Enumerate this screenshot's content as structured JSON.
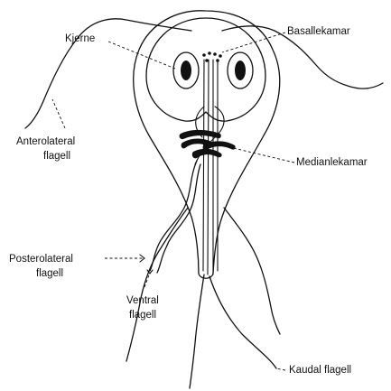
{
  "labels": {
    "kjerne": "Kjerne",
    "basallekamar": "Basallekamar",
    "anterolateral_line1": "Anterolateral",
    "anterolateral_line2": "flagell",
    "medianlekamar": "Medianlekamar",
    "posterolateral_line1": "Posterolateral",
    "posterolateral_line2": "flagell",
    "ventral_line1": "Ventral",
    "ventral_line2": "flagell",
    "kaudal": "Kaudal flagell"
  }
}
